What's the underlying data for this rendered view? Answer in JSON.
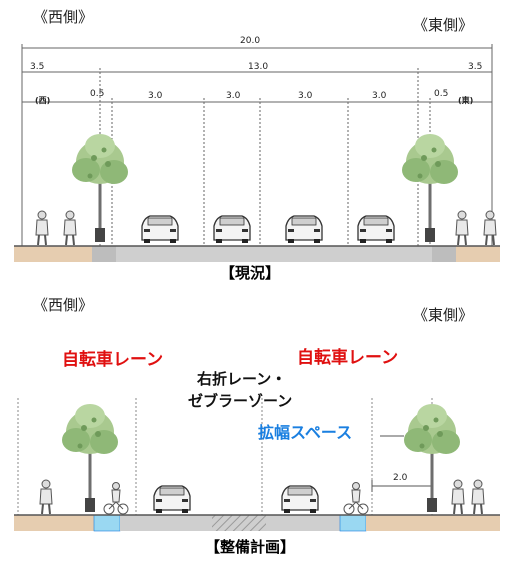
{
  "top": {
    "west": "《西側》",
    "east": "《東側》",
    "dims": {
      "total": "20.0",
      "sidewalk_w": "3.5",
      "sidewalk_e": "3.5",
      "roadway": "13.0",
      "margin_w": "0.5",
      "margin_e": "0.5",
      "lanes": [
        "3.0",
        "3.0",
        "3.0",
        "3.0"
      ],
      "dir_w": "(西)",
      "dir_e": "(東)"
    },
    "caption": "【現況】"
  },
  "bottom": {
    "west": "《西側》",
    "east": "《東側》",
    "bike_lane_w": "自転車レーン",
    "bike_lane_e": "自転車レーン",
    "median_line1": "右折レーン・",
    "median_line2": "ゼブラーゾーン",
    "expansion": "拡幅スペース",
    "expansion_dim": "2.0",
    "caption": "【整備計画】"
  },
  "colors": {
    "bike_lane": "#9ad8f2",
    "sidewalk": "#e6cdb0",
    "road": "#bdbdbd",
    "red_text": "#e01010",
    "blue_text": "#1a7fe0"
  }
}
